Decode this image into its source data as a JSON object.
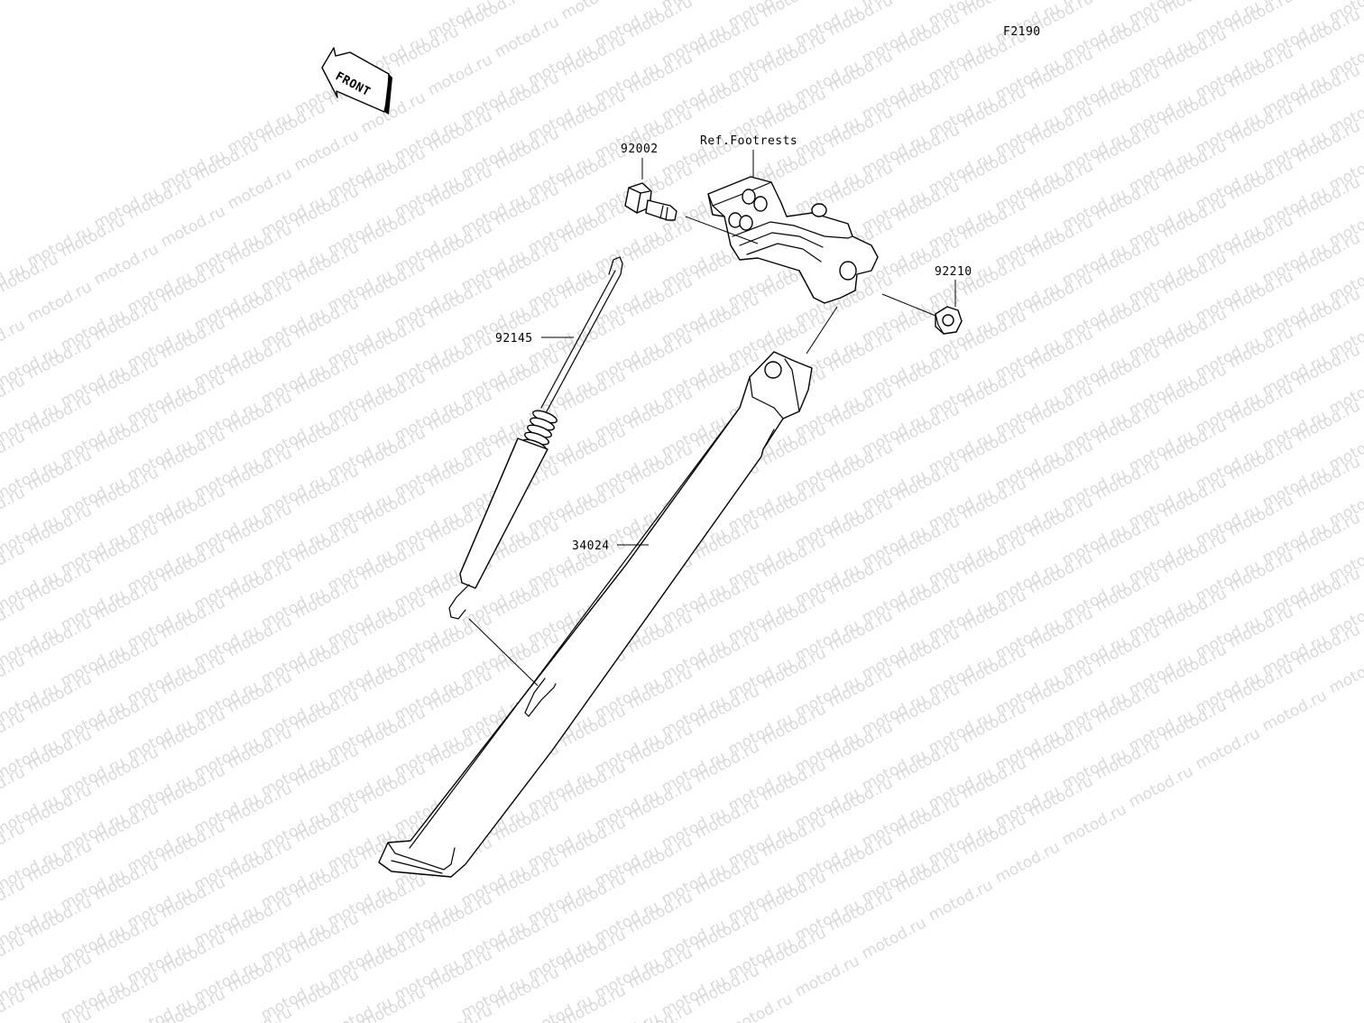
{
  "diagram_code": "F2190",
  "front_arrow": {
    "label": "FRONT",
    "icon": "front-arrow-icon"
  },
  "watermark": {
    "text": "motod.ru",
    "color": "#d9d9d9"
  },
  "callouts": [
    {
      "id": "92002",
      "label": "92002",
      "part": "bolt"
    },
    {
      "id": "ref-footrests",
      "label": "Ref.Footrests",
      "part": "footrest-bracket"
    },
    {
      "id": "92210",
      "label": "92210",
      "part": "nut"
    },
    {
      "id": "92145",
      "label": "92145",
      "part": "spring"
    },
    {
      "id": "34024",
      "label": "34024",
      "part": "side-stand"
    }
  ],
  "colors": {
    "line": "#000000",
    "background": "#ffffff"
  }
}
